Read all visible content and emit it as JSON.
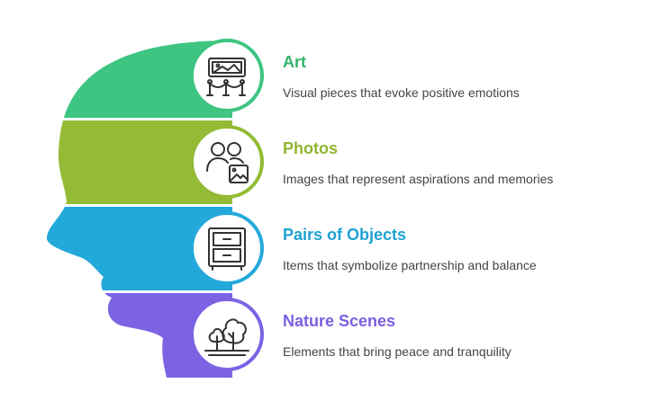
{
  "colors": {
    "band_1": "#3ec581",
    "band_2": "#93bb35",
    "band_3": "#23a8da",
    "band_4": "#7d63e4",
    "icon_stroke": "#333333"
  },
  "items": [
    {
      "title": "Art",
      "description": "Visual pieces that evoke positive emotions",
      "color": "#35b46c",
      "icon": "framed-painting-icon"
    },
    {
      "title": "Photos",
      "description": "Images that represent aspirations and memories",
      "color": "#8fb52f",
      "icon": "people-photo-icon"
    },
    {
      "title": "Pairs of Objects",
      "description": "Items that symbolize partnership and balance",
      "color": "#1ea2d3",
      "icon": "drawer-cabinet-icon"
    },
    {
      "title": "Nature Scenes",
      "description": "Elements that bring peace and tranquility",
      "color": "#7b5ee0",
      "icon": "trees-landscape-icon"
    }
  ]
}
